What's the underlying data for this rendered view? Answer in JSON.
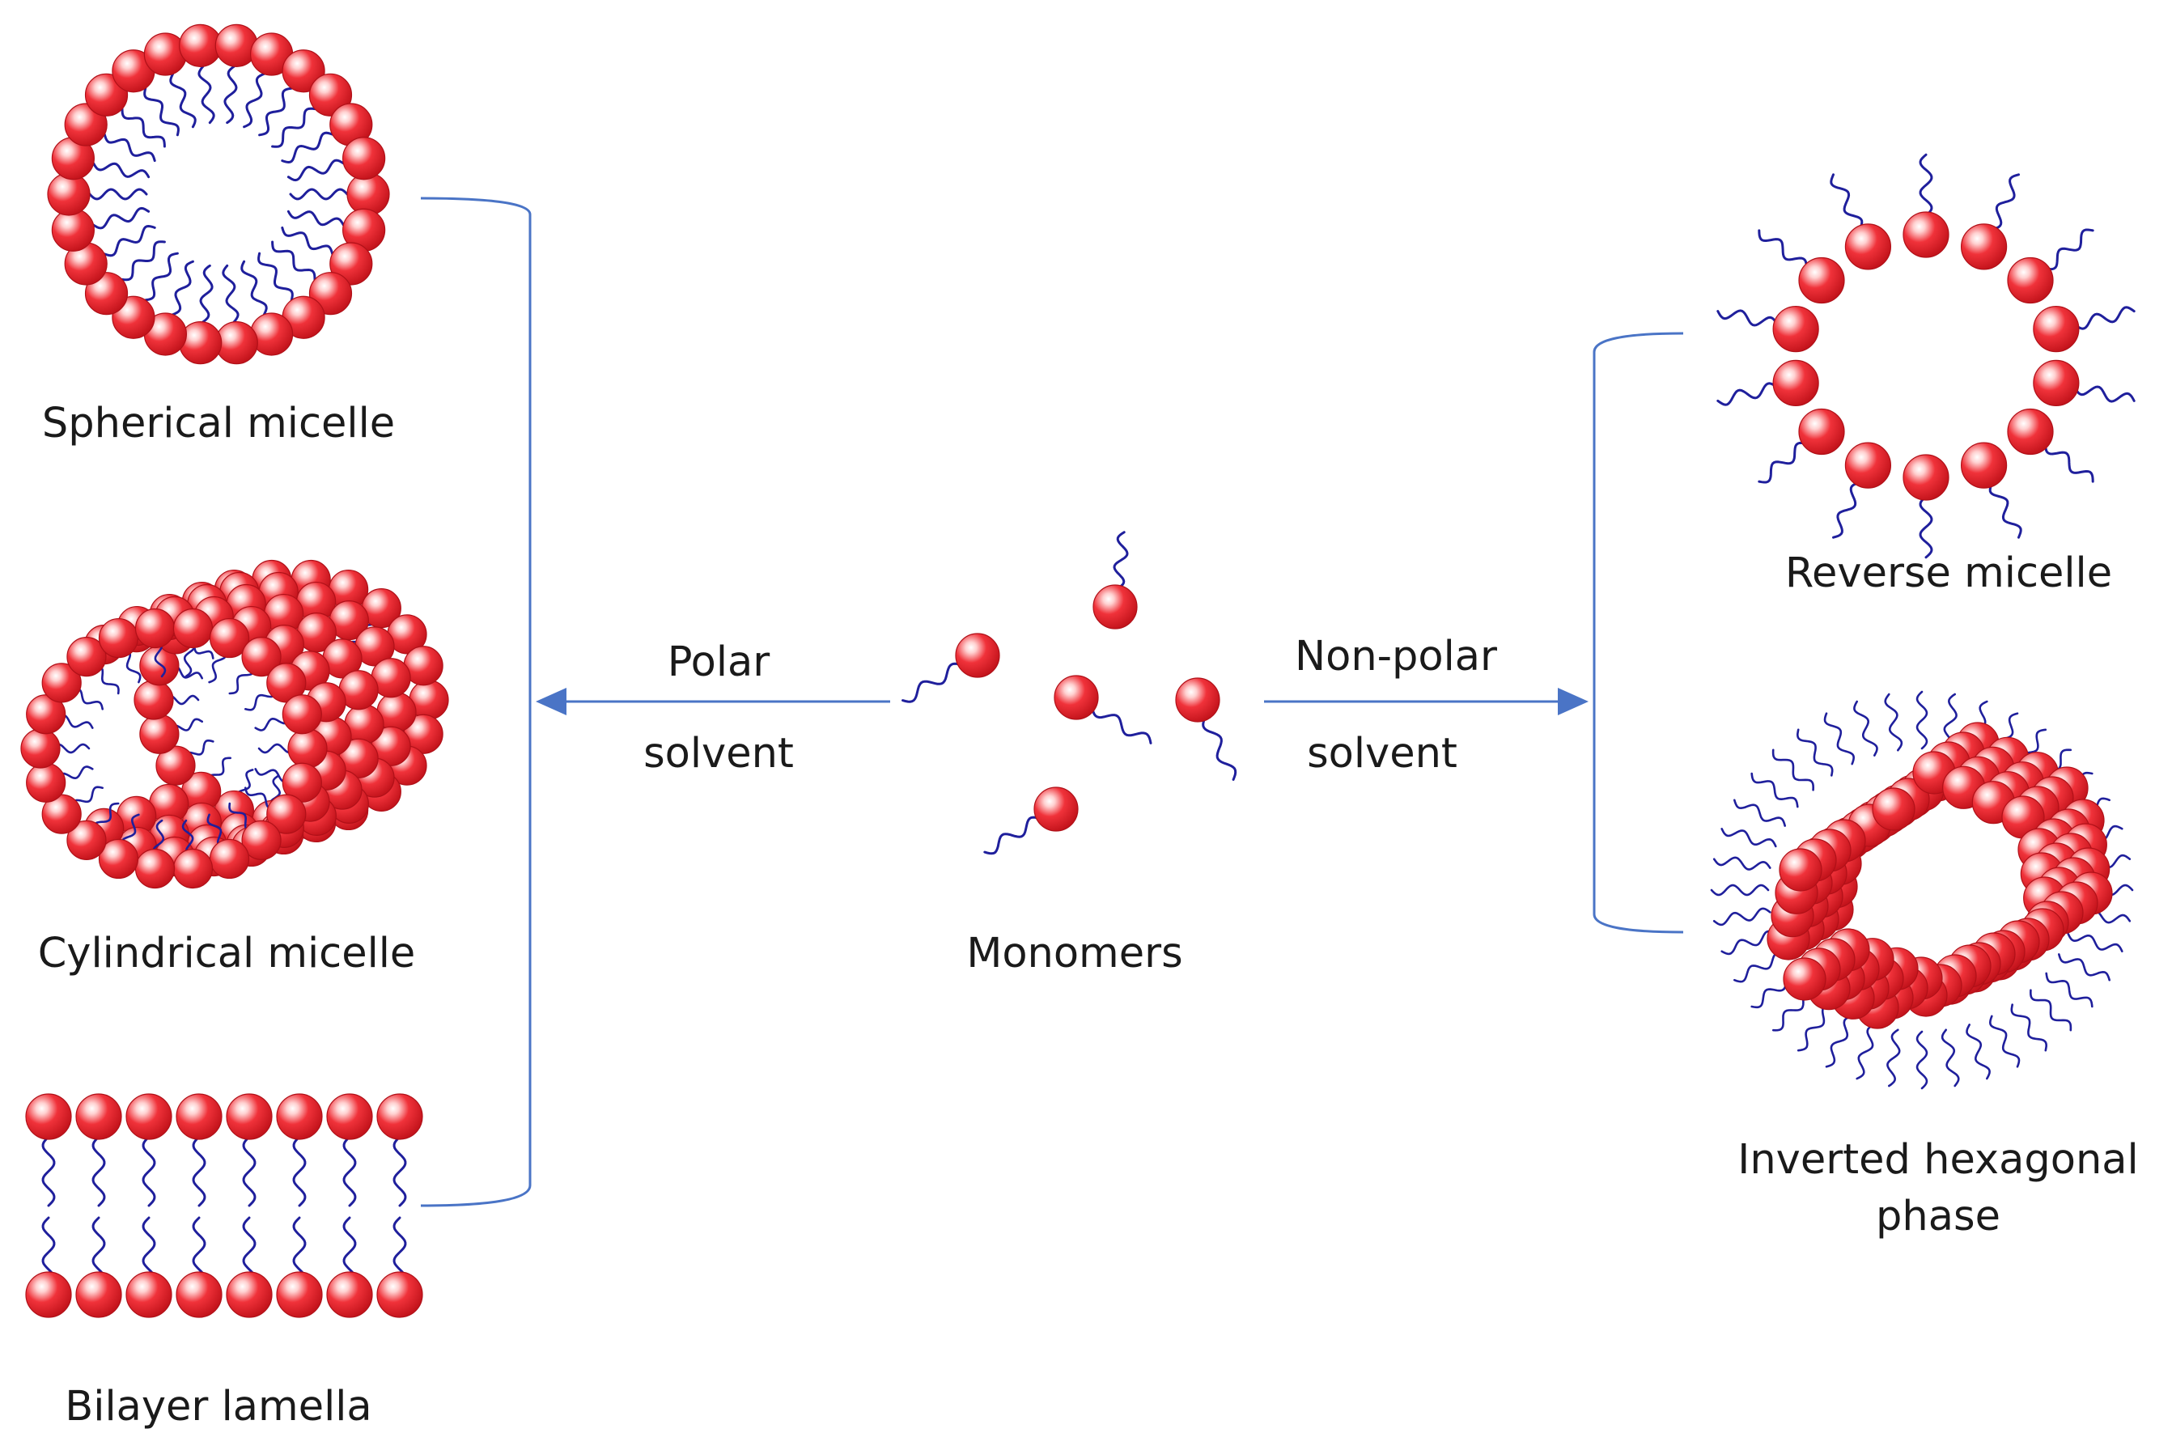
{
  "labels": {
    "spherical": "Spherical micelle",
    "cylindrical": "Cylindrical micelle",
    "bilayer": "Bilayer lamella",
    "monomers": "Monomers",
    "reverse": "Reverse micelle",
    "hexagonal_line1": "Inverted hexagonal",
    "hexagonal_line2": "phase",
    "polar_line1": "Polar",
    "polar_line2": "solvent",
    "nonpolar_line1": "Non-polar",
    "nonpolar_line2": "solvent"
  },
  "colors": {
    "head_fill": "#e8202a",
    "head_highlight": "#ffffff",
    "tail": "#1f1f9c",
    "arrow": "#4a74c6"
  }
}
